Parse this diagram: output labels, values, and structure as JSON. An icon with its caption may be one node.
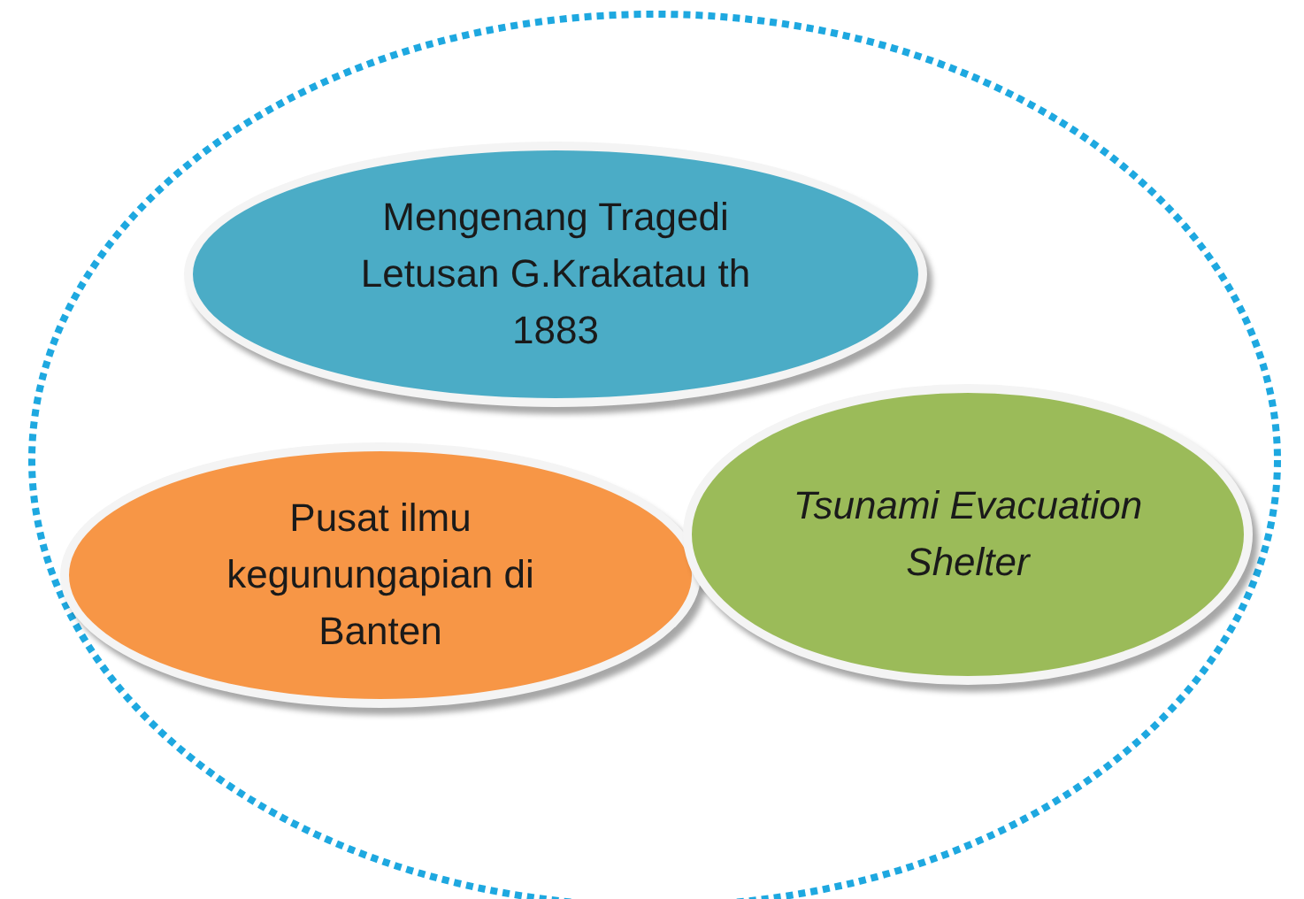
{
  "diagram": {
    "nodes": [
      {
        "text": [],
        "shape": "ellipse"
      },
      {
        "text": [
          "Mengenang Tragedi Letusan G.Krakatau th 1883"
        ],
        "in": 0
      },
      {
        "text": [
          "Pusat ilmu kegunungapian di Banten"
        ],
        "in": 0
      },
      {
        "text": [
          "Tsunami Evacuation Shelter"
        ],
        "in": 0
      }
    ]
  }
}
